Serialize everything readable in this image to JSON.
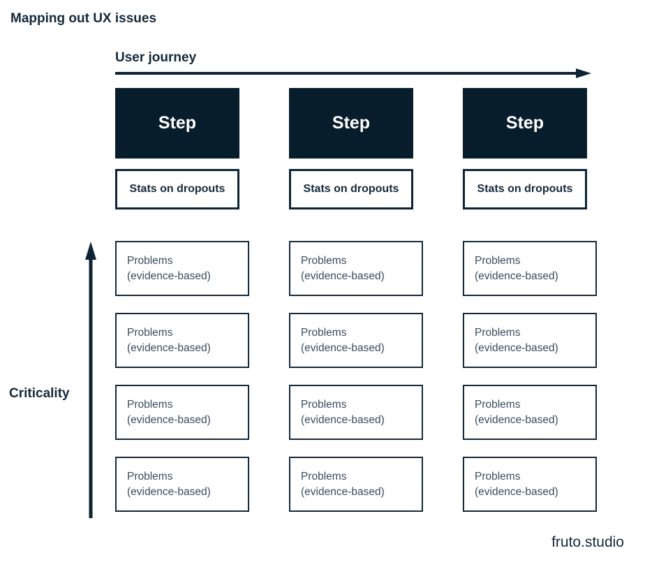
{
  "title": "Mapping out UX issues",
  "watermark": "fruto.studio",
  "axes": {
    "horizontal_label": "User journey",
    "vertical_label": "Criticality"
  },
  "columns": [
    {
      "step_label": "Step",
      "stats_label": "Stats on dropouts"
    },
    {
      "step_label": "Step",
      "stats_label": "Stats on dropouts"
    },
    {
      "step_label": "Step",
      "stats_label": "Stats on dropouts"
    }
  ],
  "problem_card": {
    "line1": "Problems",
    "line2": "(evidence-based)"
  },
  "problems_grid": {
    "rows": 4,
    "columns": 3
  },
  "colors": {
    "navy_fill": "#081d2b",
    "navy_line": "#0e2433",
    "heading_text": "#14293a",
    "body_text": "#394c5e",
    "background": "#ffffff",
    "step_text": "#ffffff"
  }
}
